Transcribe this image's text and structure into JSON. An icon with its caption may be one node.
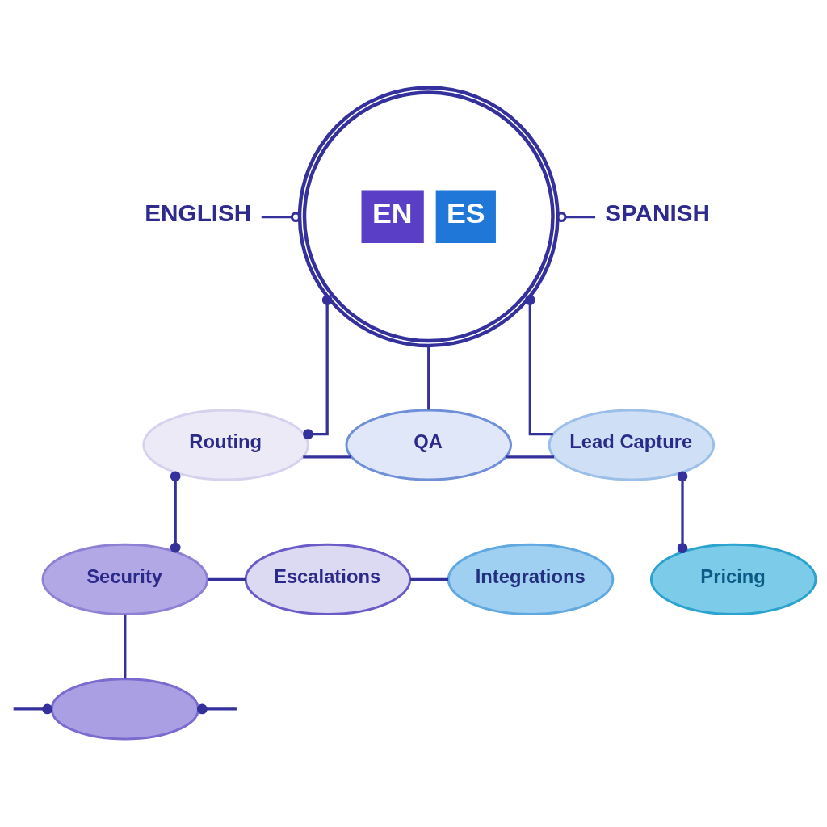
{
  "diagram": {
    "nodes": [
      {
        "text": [
          "ENGLISH"
        ]
      },
      {
        "text": [
          "EN",
          "ES"
        ]
      },
      {
        "text": [
          "SPANISH"
        ]
      },
      {
        "text": [
          "Routing"
        ]
      },
      {
        "text": [
          "QA"
        ]
      },
      {
        "text": [
          "Lead Capture"
        ]
      },
      {
        "text": [
          "Security"
        ]
      },
      {
        "text": [
          "Escalations"
        ]
      },
      {
        "text": [
          "Integrations"
        ]
      },
      {
        "text": [
          "Pricing"
        ]
      },
      {
        "text": [],
        "shape": "ellipse"
      }
    ],
    "edges": [
      {
        "from": 0,
        "to": 1,
        "arrow": "other"
      },
      {
        "from": 1,
        "to": 2,
        "arrow": "other"
      },
      {
        "from": 1,
        "to": 3,
        "arrow": "other"
      },
      {
        "from": 1,
        "to": 4,
        "arrow": "none"
      },
      {
        "from": 1,
        "to": 5,
        "arrow": "other"
      },
      {
        "from": 3,
        "to": 4,
        "arrow": "none"
      },
      {
        "from": 4,
        "to": 5,
        "arrow": "none"
      },
      {
        "from": 3,
        "to": 6,
        "arrow": "other"
      },
      {
        "from": 5,
        "to": 9,
        "arrow": "other"
      },
      {
        "from": 6,
        "to": 7,
        "arrow": "none"
      },
      {
        "from": 6,
        "to": 10,
        "arrow": "none"
      },
      {
        "from": 7,
        "to": 8,
        "arrow": "none"
      },
      {
        "from": null,
        "to": 10,
        "arrow": "other"
      },
      {
        "from": 10,
        "to": null,
        "arrow": "other"
      }
    ]
  }
}
